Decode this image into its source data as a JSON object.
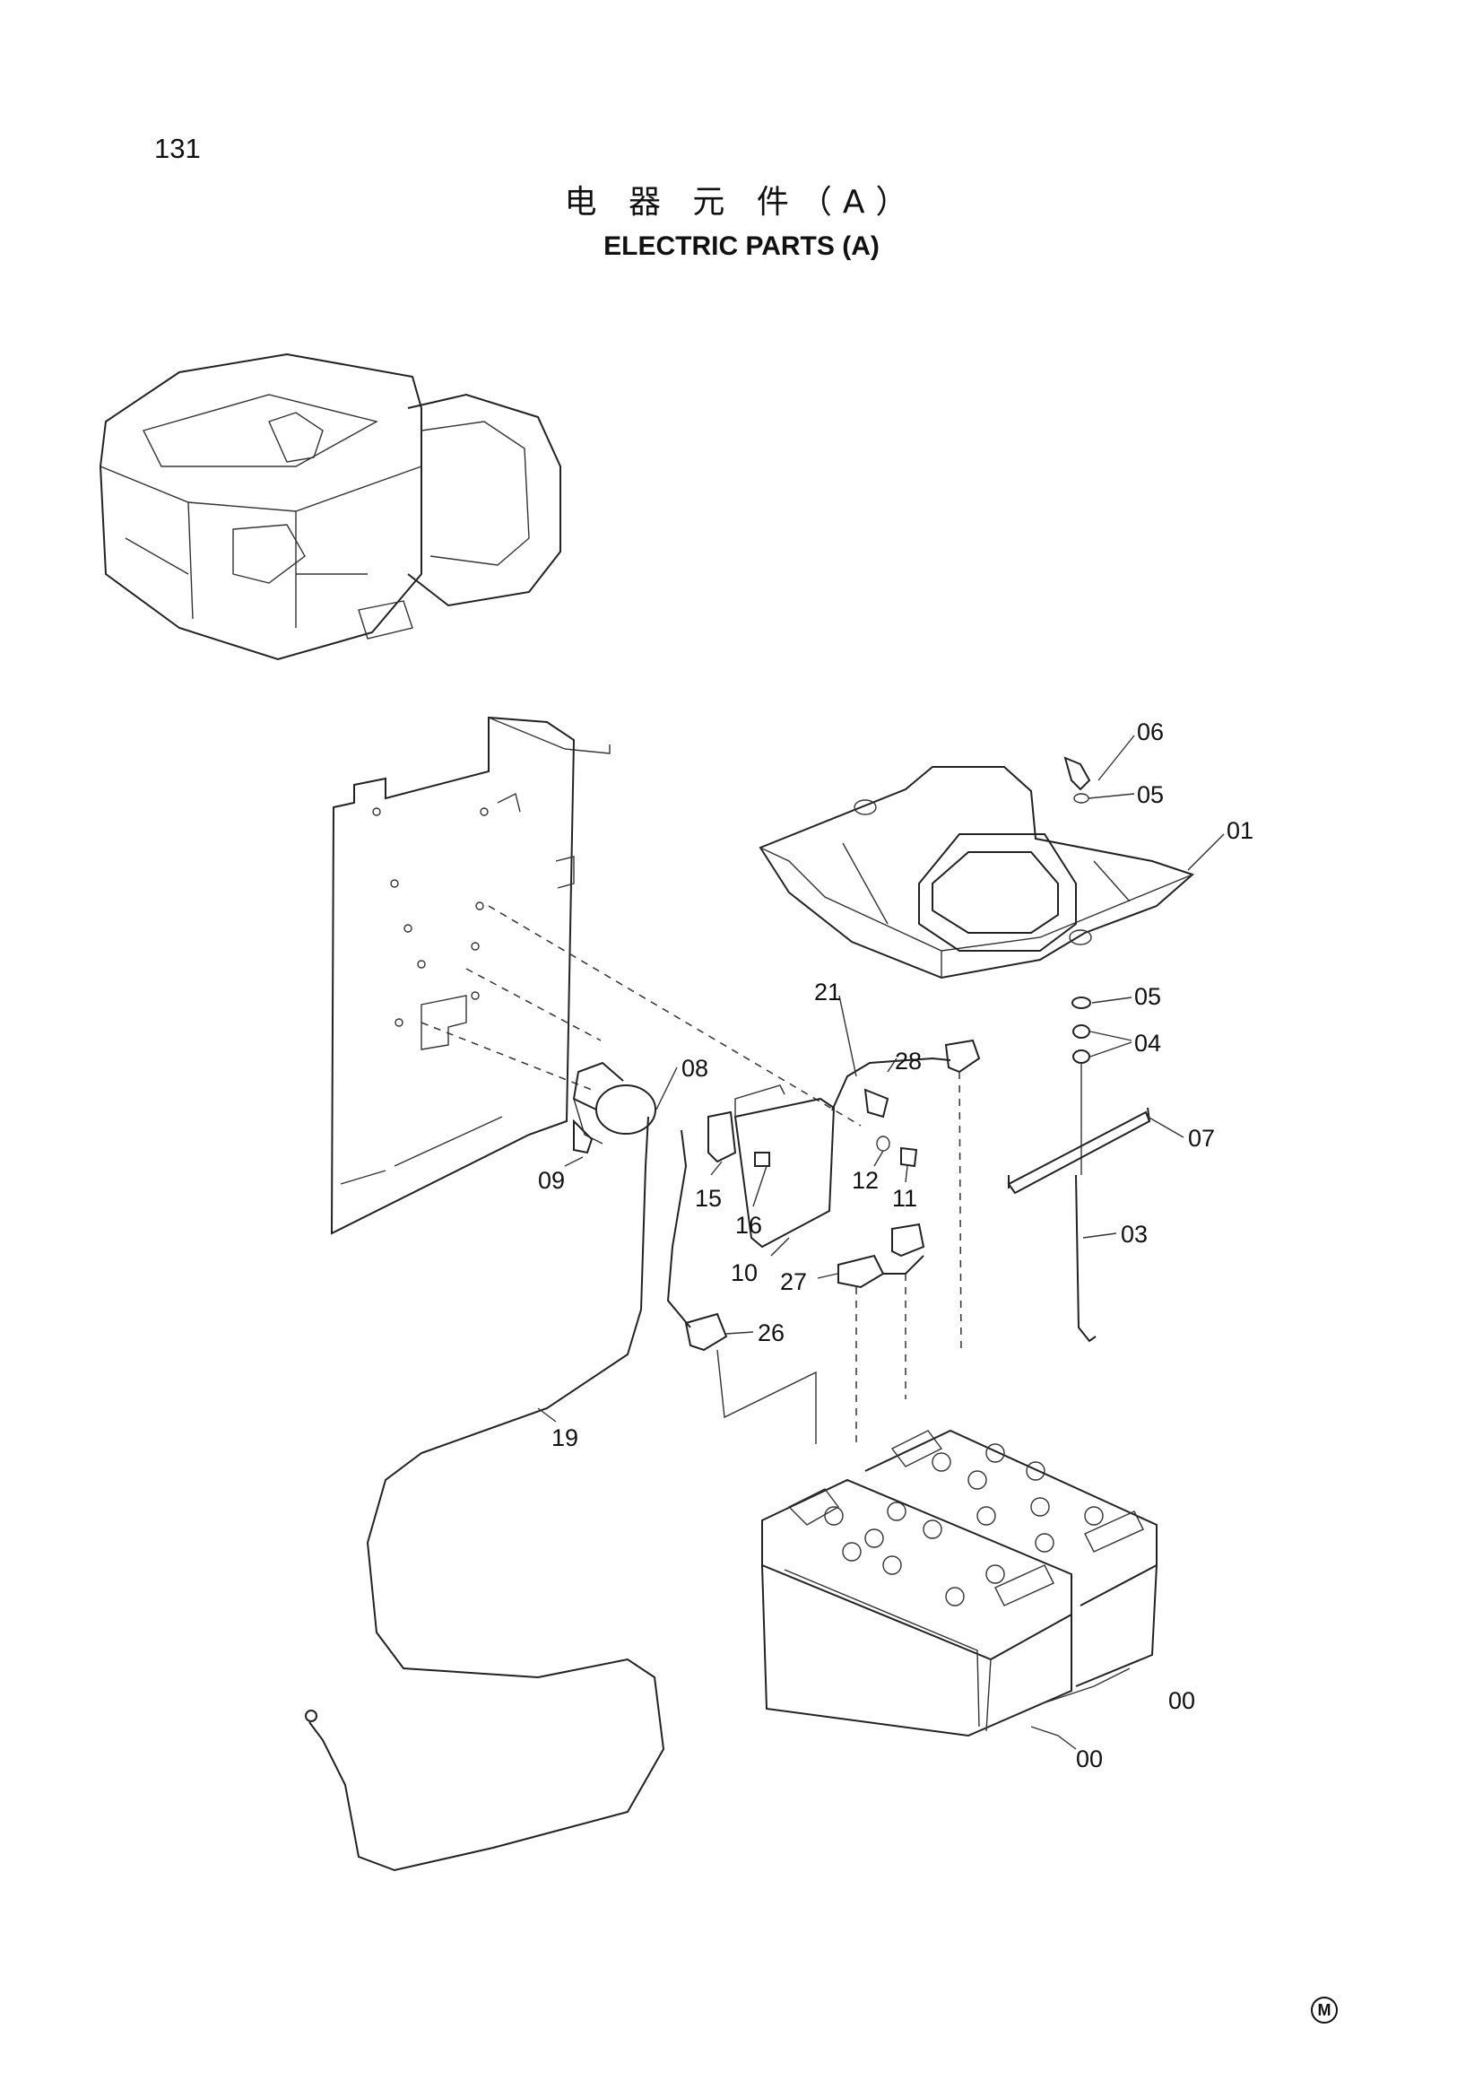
{
  "page_number": "131",
  "title_cn": "电 器 元 件（A）",
  "title_en": "ELECTRIC  PARTS (A)",
  "corner_mark": "M",
  "callouts": {
    "c00a": "00",
    "c00b": "00",
    "c01": "01",
    "c03": "03",
    "c04": "04",
    "c05a": "05",
    "c05b": "05",
    "c06": "06",
    "c07": "07",
    "c08": "08",
    "c09": "09",
    "c10": "10",
    "c11": "11",
    "c12": "12",
    "c15": "15",
    "c16": "16",
    "c19": "19",
    "c21": "21",
    "c26": "26",
    "c27": "27",
    "c28": "28"
  }
}
